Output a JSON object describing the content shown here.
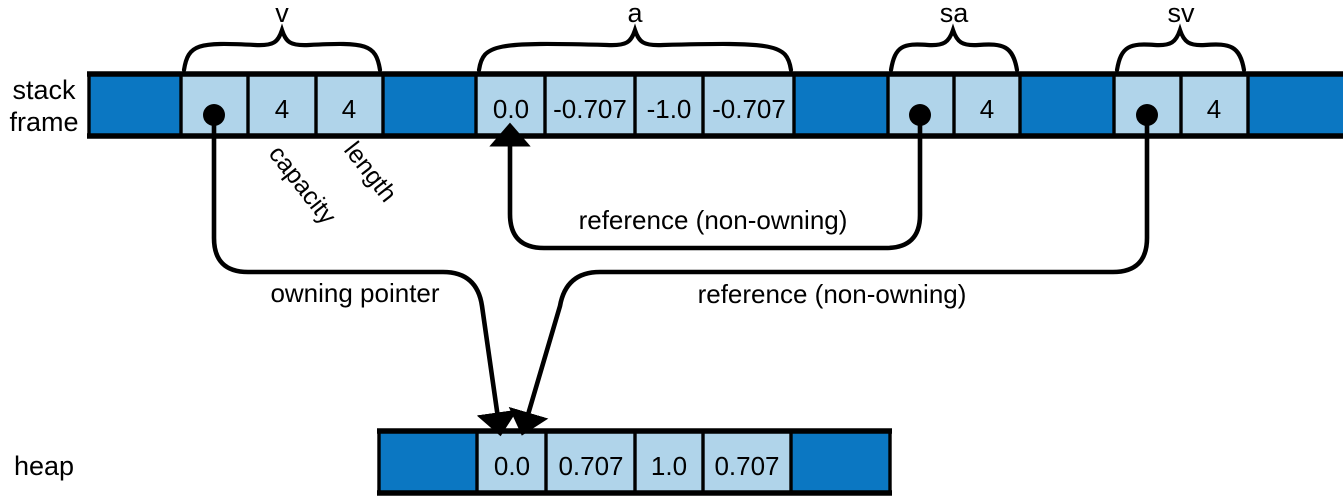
{
  "title": "Rust stack frame and heap memory layout diagram",
  "colors": {
    "dark_blue": "#0b77c2",
    "light_blue": "#b0d4ea",
    "outline": "#000000",
    "background": "#ffffff"
  },
  "rows": {
    "stack": {
      "label_line1": "stack",
      "label_line2": "frame"
    },
    "heap": {
      "label": "heap"
    }
  },
  "braces": [
    {
      "name": "v",
      "label": "v"
    },
    {
      "name": "a",
      "label": "a"
    },
    {
      "name": "sa",
      "label": "sa"
    },
    {
      "name": "sv",
      "label": "sv"
    }
  ],
  "stack_frame": {
    "groups": [
      {
        "name": "v",
        "cells": [
          {
            "kind": "pointer",
            "value": ""
          },
          {
            "kind": "number",
            "value": "4"
          },
          {
            "kind": "number",
            "value": "4"
          }
        ]
      },
      {
        "name": "a",
        "cells": [
          {
            "kind": "number",
            "value": "0.0"
          },
          {
            "kind": "number",
            "value": "-0.707"
          },
          {
            "kind": "number",
            "value": "-1.0"
          },
          {
            "kind": "number",
            "value": "-0.707"
          }
        ]
      },
      {
        "name": "sa",
        "cells": [
          {
            "kind": "pointer",
            "value": ""
          },
          {
            "kind": "number",
            "value": "4"
          }
        ]
      },
      {
        "name": "sv",
        "cells": [
          {
            "kind": "pointer",
            "value": ""
          },
          {
            "kind": "number",
            "value": "4"
          }
        ]
      }
    ]
  },
  "heap": {
    "cells": [
      {
        "value": "0.0"
      },
      {
        "value": "0.707"
      },
      {
        "value": "1.0"
      },
      {
        "value": "0.707"
      }
    ]
  },
  "field_labels": [
    {
      "name": "capacity",
      "label": "capacity"
    },
    {
      "name": "length",
      "label": "length"
    }
  ],
  "edges": [
    {
      "name": "owning-pointer",
      "label": "owning pointer",
      "from": "v.pointer",
      "to": "heap.cell0"
    },
    {
      "name": "reference-sa-to-a",
      "label": "reference (non-owning)",
      "from": "sa.pointer",
      "to": "a.cell0"
    },
    {
      "name": "reference-sv-to-heap",
      "label": "reference (non-owning)",
      "from": "sv.pointer",
      "to": "heap.cell0"
    }
  ]
}
